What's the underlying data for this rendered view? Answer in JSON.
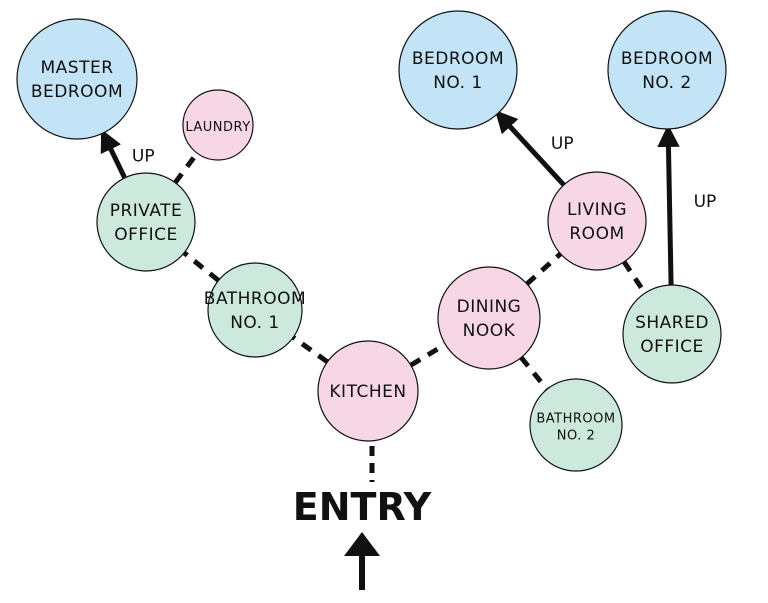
{
  "colors": {
    "bedroom": "#c3e3f6",
    "service": "#f7d7e6",
    "work": "#cde8dc"
  },
  "rooms": [
    {
      "id": "master-bedroom",
      "lines": [
        "MASTER",
        "BEDROOM"
      ],
      "category": "bedroom"
    },
    {
      "id": "laundry",
      "lines": [
        "LAUNDRY"
      ],
      "category": "service"
    },
    {
      "id": "private-office",
      "lines": [
        "PRIVATE",
        "OFFICE"
      ],
      "category": "work"
    },
    {
      "id": "bathroom-1",
      "lines": [
        "BATHROOM",
        "NO. 1"
      ],
      "category": "work"
    },
    {
      "id": "kitchen",
      "lines": [
        "KITCHEN"
      ],
      "category": "service"
    },
    {
      "id": "dining-nook",
      "lines": [
        "DINING",
        "NOOK"
      ],
      "category": "service"
    },
    {
      "id": "bathroom-2",
      "lines": [
        "BATHROOM",
        "NO. 2"
      ],
      "category": "work"
    },
    {
      "id": "living-room",
      "lines": [
        "LIVING",
        "ROOM"
      ],
      "category": "service"
    },
    {
      "id": "bedroom-1",
      "lines": [
        "BEDROOM",
        "NO. 1"
      ],
      "category": "bedroom"
    },
    {
      "id": "bedroom-2",
      "lines": [
        "BEDROOM",
        "NO. 2"
      ],
      "category": "bedroom"
    },
    {
      "id": "shared-office",
      "lines": [
        "SHARED",
        "OFFICE"
      ],
      "category": "work"
    }
  ],
  "connections": [
    {
      "from": "kitchen",
      "to": "bathroom-1",
      "style": "dashed"
    },
    {
      "from": "bathroom-1",
      "to": "private-office",
      "style": "dashed"
    },
    {
      "from": "private-office",
      "to": "laundry",
      "style": "dashed"
    },
    {
      "from": "private-office",
      "to": "master-bedroom",
      "style": "arrow",
      "label": "UP"
    },
    {
      "from": "kitchen",
      "to": "dining-nook",
      "style": "dashed"
    },
    {
      "from": "dining-nook",
      "to": "bathroom-2",
      "style": "dashed"
    },
    {
      "from": "dining-nook",
      "to": "living-room",
      "style": "dashed"
    },
    {
      "from": "living-room",
      "to": "bedroom-1",
      "style": "arrow",
      "label": "UP"
    },
    {
      "from": "living-room",
      "to": "shared-office",
      "style": "dashed"
    },
    {
      "from": "shared-office",
      "to": "bedroom-2",
      "style": "arrow",
      "label": "UP"
    }
  ],
  "entry": {
    "label": "ENTRY",
    "connects_to": "kitchen"
  }
}
